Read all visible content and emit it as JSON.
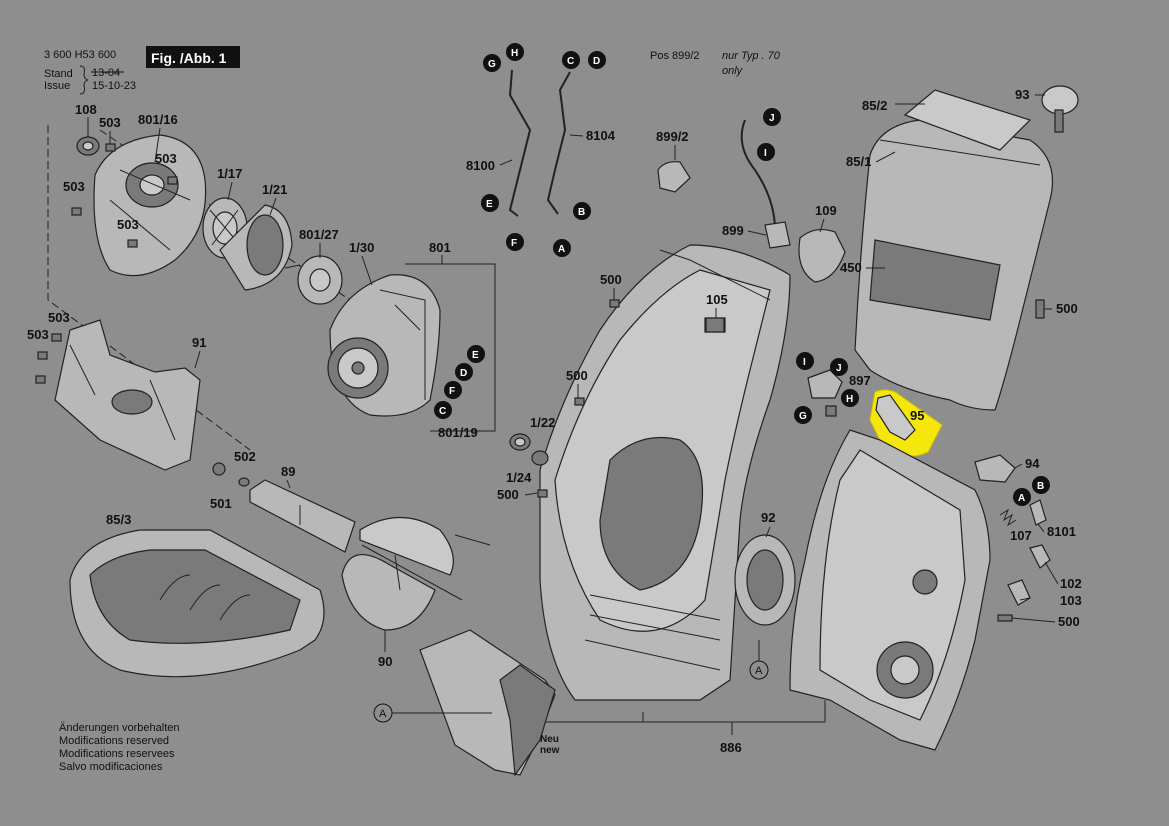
{
  "header": {
    "doc_number": "3 600 H53 600",
    "fig_label": "Fig. /Abb. 1",
    "stand_label": "Stand",
    "stand_value": "13-04",
    "issue_label": "Issue",
    "issue_value": "15-10-23"
  },
  "note": {
    "pos_ref": "Pos 899/2",
    "only_type_de": "nur Typ . 70",
    "only_type_en": "only"
  },
  "footer_notes": [
    "Änderungen vorbehalten",
    "Modifications reserved",
    "Modifications reservees",
    "Salvo modificaciones"
  ],
  "neu_label": "Neu",
  "new_label": "new",
  "parts": {
    "p108": "108",
    "p503a": "503",
    "p801_16": "801/16",
    "p503b": "503",
    "p503c": "503",
    "p503d": "503",
    "p1_17": "1/17",
    "p1_21": "1/21",
    "p801_27": "801/27",
    "p1_30": "1/30",
    "p801": "801",
    "p801_19": "801/19",
    "p503e": "503",
    "p503f": "503",
    "p91": "91",
    "p502": "502",
    "p501": "501",
    "p89": "89",
    "p85_3": "85/3",
    "p90": "90",
    "p8100": "8100",
    "p8104": "8104",
    "p899_2": "899/2",
    "p899": "899",
    "p109": "109",
    "p450": "450",
    "p85_2": "85/2",
    "p85_1": "85/1",
    "p93": "93",
    "p500a": "500",
    "p500b": "500",
    "p500c": "500",
    "p500d": "500",
    "p500e": "500",
    "p105": "105",
    "p1_22": "1/22",
    "p1_24": "1/24",
    "p897": "897",
    "p95": "95",
    "p94": "94",
    "p8101": "8101",
    "p107": "107",
    "p92": "92",
    "p102": "102",
    "p103": "103",
    "p886": "886"
  },
  "circles": {
    "H1": "H",
    "G1": "G",
    "C1": "C",
    "D1": "D",
    "E1": "E",
    "F1": "F",
    "B1": "B",
    "A1": "A",
    "J1": "J",
    "I1": "I",
    "E2": "E",
    "D2": "D",
    "F2": "F",
    "C2": "C",
    "I2": "I",
    "J2": "J",
    "H2": "H",
    "G2": "G",
    "A2": "A",
    "B2": "B",
    "A3": "A",
    "A4": "A"
  },
  "colors": {
    "background": "#8e8e8e",
    "highlight": "#f5e60c",
    "ink": "#111111"
  }
}
